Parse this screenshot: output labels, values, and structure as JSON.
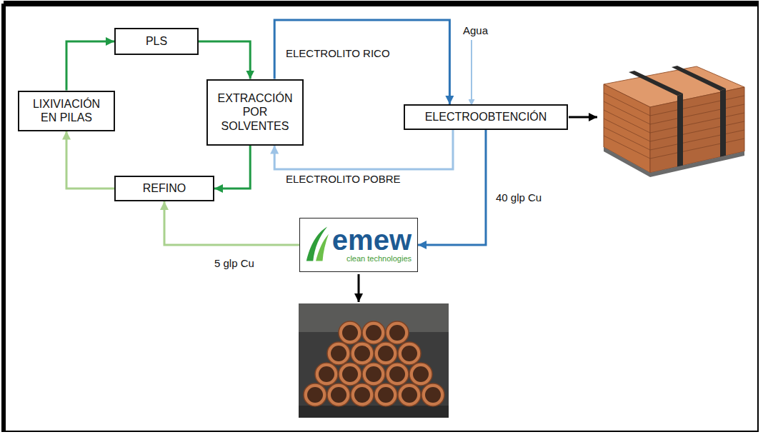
{
  "diagram": {
    "nodes": [
      {
        "text": [
          "PLS"
        ]
      },
      {
        "text": [
          "LIXIVIACIÓN EN PILAS"
        ]
      },
      {
        "text": [
          "EXTRACCIÓN POR SOLVENTES"
        ]
      },
      {
        "text": [
          "REFINO"
        ]
      },
      {
        "text": [
          "ELECTROOBTENCIÓN"
        ]
      },
      {
        "text": [
          "emew",
          "clean technologies"
        ]
      }
    ],
    "edges": [
      {
        "from": 1,
        "to": 0,
        "arrow": "to"
      },
      {
        "from": 0,
        "to": 2,
        "arrow": "to"
      },
      {
        "from": 2,
        "to": 3,
        "arrow": "to"
      },
      {
        "from": 3,
        "to": 1,
        "arrow": "to"
      },
      {
        "from": 2,
        "to": 4,
        "label": "ELECTROLITO RICO",
        "arrow": "to"
      },
      {
        "from": 4,
        "to": 2,
        "label": "ELECTROLITO POBRE",
        "arrow": "to"
      },
      {
        "from": 4,
        "to": 5,
        "label": "40 glp Cu",
        "arrow": "to"
      },
      {
        "from": 5,
        "to": 3,
        "label": "5 glp Cu",
        "arrow": "to"
      }
    ],
    "labels": [
      "Agua"
    ]
  }
}
